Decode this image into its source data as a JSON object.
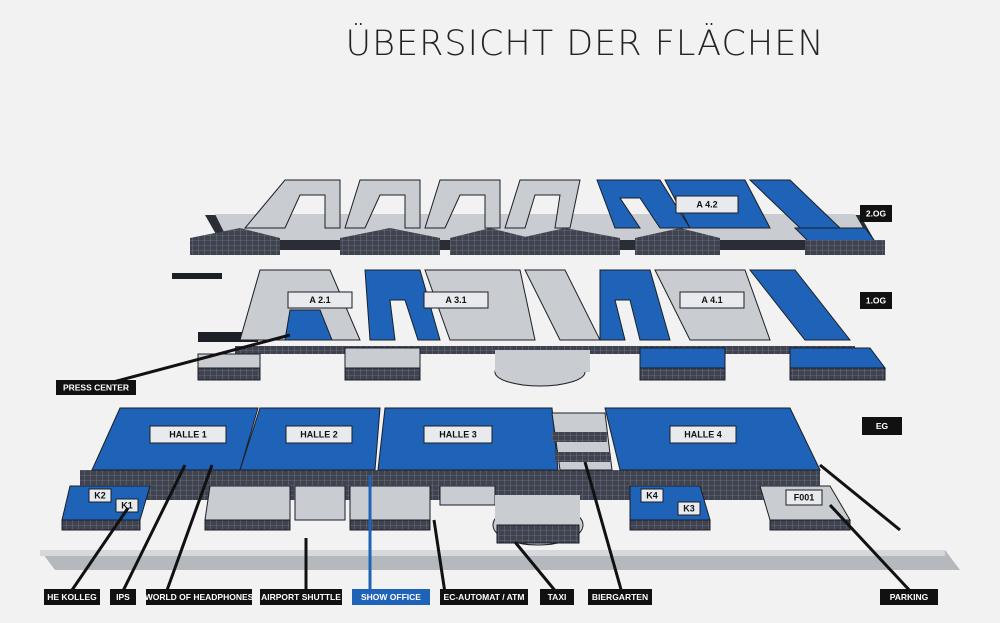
{
  "title": "ÜBERSICHT DER FLÄCHEN",
  "colors": {
    "hall_blue": "#1e63b8",
    "light_gray": "#c9ccd1",
    "dark": "#1c1f26",
    "grid": "#5d6068",
    "accent_label": "#1e63b8"
  },
  "levels": {
    "og2": "2.OG",
    "og1": "1.OG",
    "eg": "EG"
  },
  "halls": {
    "a42": "A 4.2",
    "a21": "A 2.1",
    "a31": "A 3.1",
    "a41": "A 4.1",
    "h1": "HALLE 1",
    "h2": "HALLE 2",
    "h3": "HALLE 3",
    "h4": "HALLE 4",
    "k1": "K1",
    "k2": "K2",
    "k3": "K3",
    "k4": "K4",
    "f001": "F001"
  },
  "callouts": {
    "press": "PRESS CENTER",
    "he_kolleg": "HE KOLLEG",
    "ips": "IPS",
    "woh": "WORLD OF HEADPHONES",
    "airport": "AIRPORT SHUTTLE",
    "show_office": "SHOW OFFICE",
    "ec": "EC-AUTOMAT / ATM",
    "taxi": "TAXI",
    "biergarten": "BIERGARTEN",
    "parking": "PARKING"
  }
}
